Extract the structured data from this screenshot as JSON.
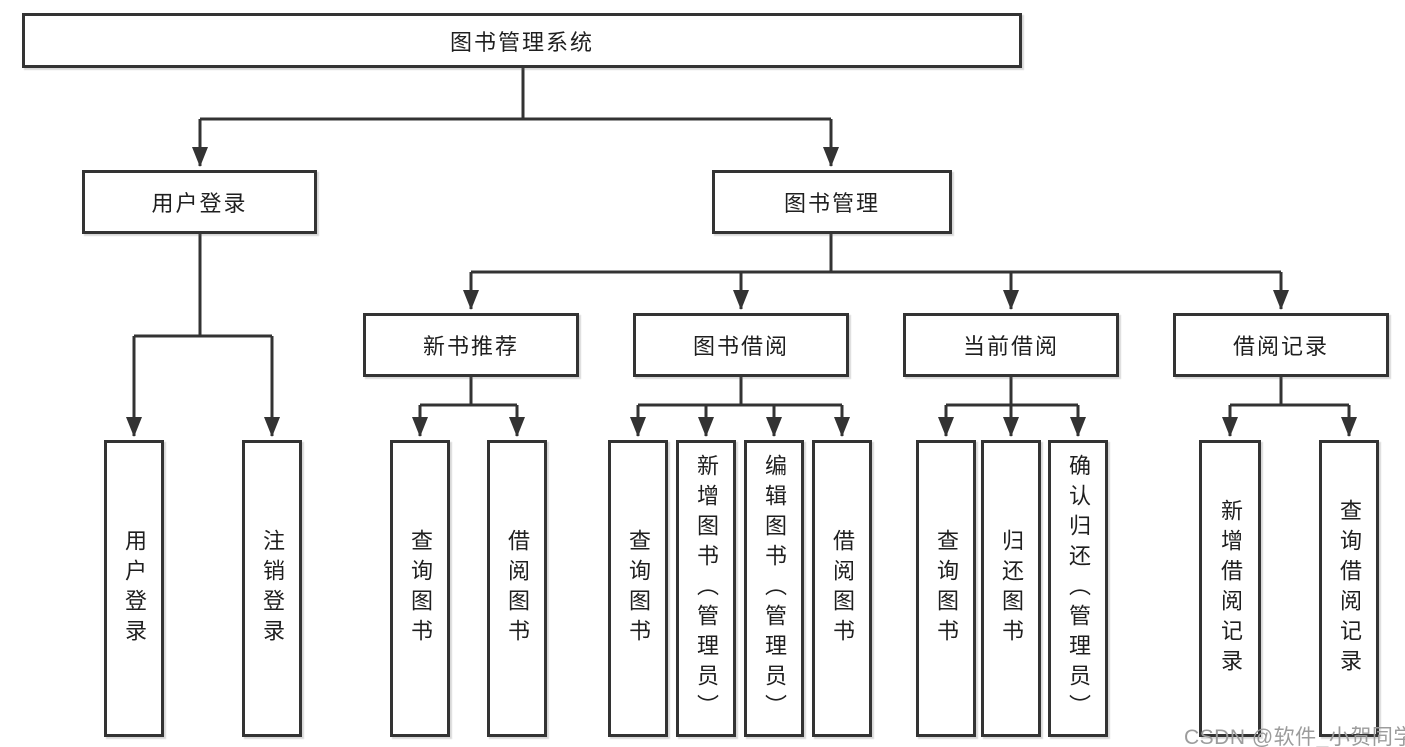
{
  "diagram": {
    "root": {
      "label": "图书管理系统"
    },
    "level1": [
      {
        "label": "用户登录"
      },
      {
        "label": "图书管理"
      }
    ],
    "level2": [
      {
        "label": "新书推荐",
        "parent": "图书管理"
      },
      {
        "label": "图书借阅",
        "parent": "图书管理"
      },
      {
        "label": "当前借阅",
        "parent": "图书管理"
      },
      {
        "label": "借阅记录",
        "parent": "图书管理"
      }
    ],
    "leaves": [
      {
        "label": "用户登录",
        "parent": "用户登录"
      },
      {
        "label": "注销登录",
        "parent": "用户登录"
      },
      {
        "label": "查询图书",
        "parent": "新书推荐"
      },
      {
        "label": "借阅图书",
        "parent": "新书推荐"
      },
      {
        "label": "查询图书",
        "parent": "图书借阅"
      },
      {
        "label": "新增图书（管理员）",
        "parent": "图书借阅"
      },
      {
        "label": "编辑图书（管理员）",
        "parent": "图书借阅"
      },
      {
        "label": "借阅图书",
        "parent": "图书借阅"
      },
      {
        "label": "查询图书",
        "parent": "当前借阅"
      },
      {
        "label": "归还图书",
        "parent": "当前借阅"
      },
      {
        "label": "确认归还（管理员）",
        "parent": "当前借阅"
      },
      {
        "label": "新增借阅记录",
        "parent": "借阅记录"
      },
      {
        "label": "查询借阅记录",
        "parent": "借阅记录"
      }
    ]
  },
  "watermark": {
    "text": "CSDN @软件_小贺同学"
  },
  "colors": {
    "line": "#333333",
    "box_border": "#333333",
    "text": "#1f1f1f",
    "watermark": "#9c9c9c",
    "background": "#ffffff"
  }
}
